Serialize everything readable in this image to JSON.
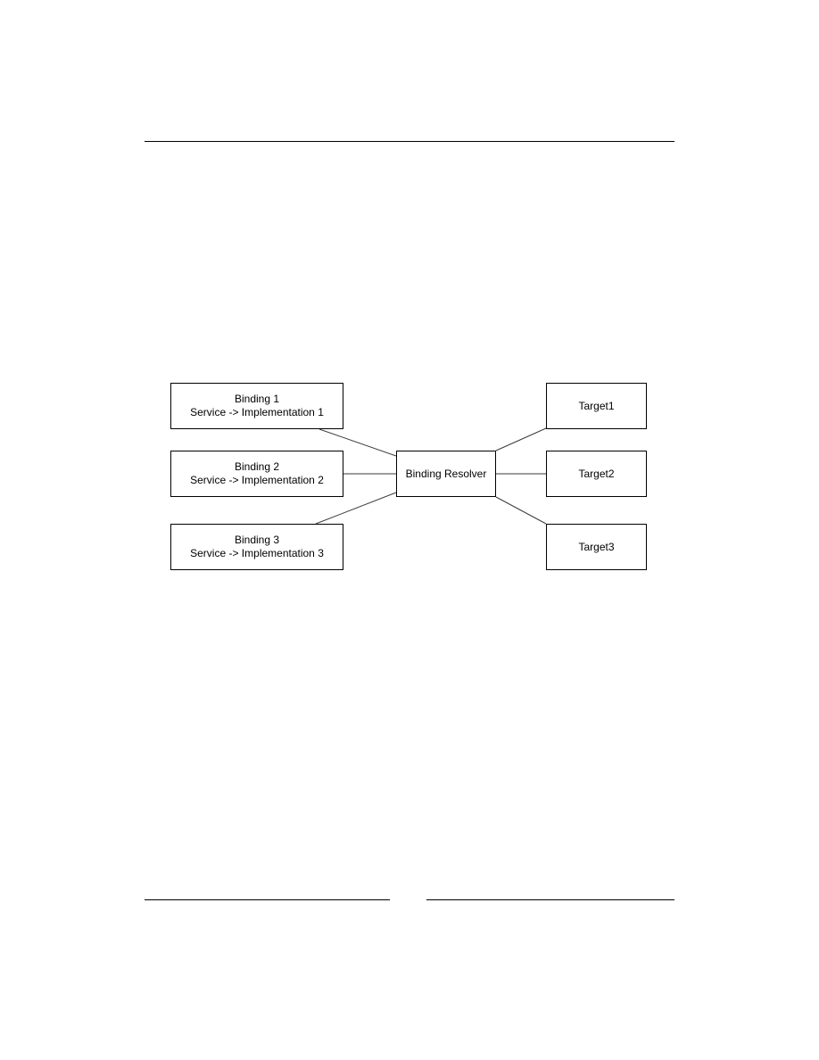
{
  "diagram": {
    "bindings": [
      {
        "title": "Binding 1",
        "mapping": "Service -> Implementation 1"
      },
      {
        "title": "Binding 2",
        "mapping": "Service -> Implementation 2"
      },
      {
        "title": "Binding 3",
        "mapping": "Service -> Implementation 3"
      }
    ],
    "resolver": {
      "label": "Binding Resolver"
    },
    "targets": [
      {
        "label": "Target1"
      },
      {
        "label": "Target2"
      },
      {
        "label": "Target3"
      }
    ],
    "colors": {
      "border": "#000000",
      "connector": "#3a3a3a",
      "background": "#ffffff"
    }
  }
}
